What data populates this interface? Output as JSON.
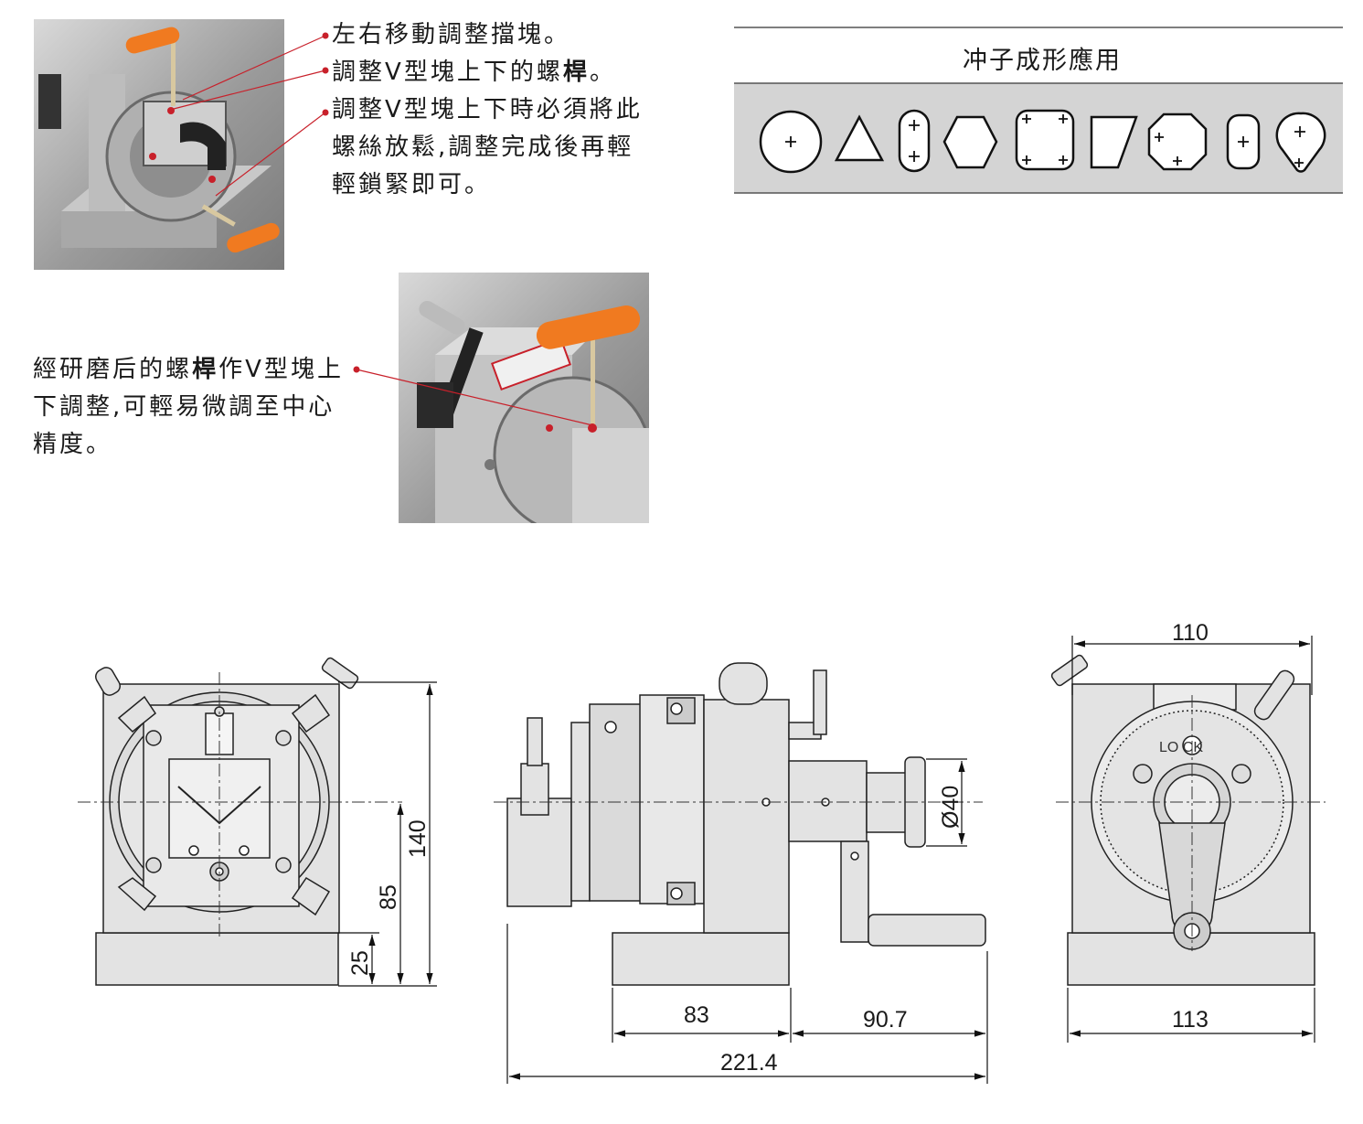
{
  "callouts": {
    "top": [
      "左右移動調整擋塊。",
      "調整V型塊上下的螺桿。",
      "調整V型塊上下時必須將此",
      "螺絲放鬆,調整完成後再輕",
      "輕鎖緊即可。"
    ],
    "middle": [
      "經研磨后的螺桿作V型塊上",
      "下調整,可輕易微調至中心",
      "精度。"
    ]
  },
  "shapes_panel": {
    "title": "冲子成形應用",
    "shapes": [
      "circle",
      "triangle",
      "slot",
      "hexagon",
      "rounded-square",
      "trapezoid",
      "octagon",
      "small-slot",
      "teardrop"
    ]
  },
  "dimensions": {
    "front": {
      "height_total": "140",
      "center_height": "85",
      "base_height": "25"
    },
    "side": {
      "dia": "Ø40",
      "base_len": "83",
      "handle_len": "90.7",
      "total_len": "221.4"
    },
    "rear": {
      "top_width": "110",
      "bottom_width": "113",
      "lock_label": "LO   CK"
    }
  },
  "colors": {
    "accent_red": "#c8202a",
    "handle_orange": "#f07a20",
    "panel_gray": "#d4d4d4",
    "drawing_fill": "#e3e3e3"
  }
}
